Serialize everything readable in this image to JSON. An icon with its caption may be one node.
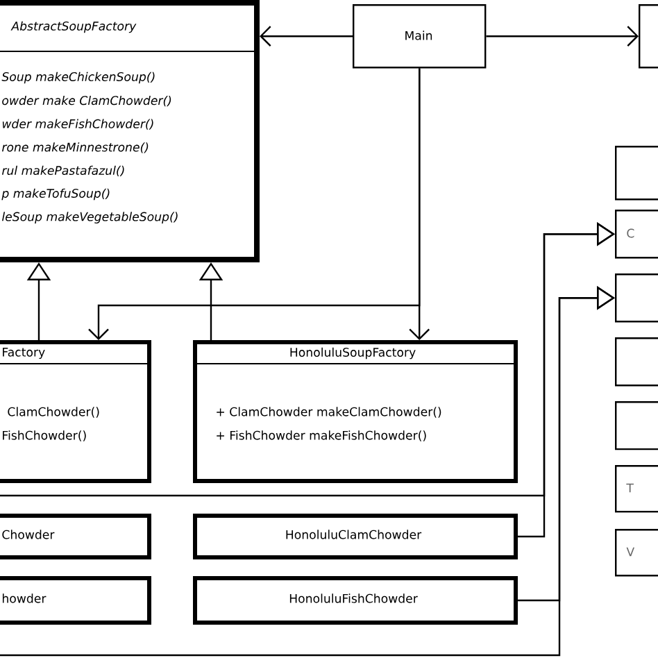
{
  "diagram": {
    "nodes": [
      {
        "text": [
          "AbstractSoupFactory",
          "Soup makeChickenSoup()",
          "owder make ClamChowder()",
          "wder makeFishChowder()",
          "rone makeMinnestrone()",
          "rul makePastafazul()",
          "p makeTofuSoup()",
          "leSoup makeVegetableSoup()"
        ]
      },
      {
        "text": [
          "Main"
        ]
      },
      {
        "text": [],
        "shape": "box"
      },
      {
        "text": [
          "Factory",
          "ClamChowder()",
          "FishChowder()"
        ]
      },
      {
        "text": [
          "HonoluluSoupFactory",
          "+ ClamChowder makeClamChowder()",
          "+ FishChowder makeFishChowder()"
        ]
      },
      {
        "text": [],
        "shape": "box"
      },
      {
        "text": [
          "C"
        ]
      },
      {
        "text": [],
        "shape": "box"
      },
      {
        "text": [],
        "shape": "box"
      },
      {
        "text": [],
        "shape": "box"
      },
      {
        "text": [
          "T"
        ]
      },
      {
        "text": [
          "V"
        ]
      },
      {
        "text": [
          "Chowder"
        ]
      },
      {
        "text": [
          "HonoluluClamChowder"
        ]
      },
      {
        "text": [
          "howder"
        ]
      },
      {
        "text": [
          "HonoluluFishChowder"
        ]
      }
    ],
    "edges": [
      {
        "from": 1,
        "to": 0,
        "arrow": "to"
      },
      {
        "from": 1,
        "to": 2,
        "arrow": "to"
      },
      {
        "from": 1,
        "to": 3,
        "arrow": "to"
      },
      {
        "from": 1,
        "to": 4,
        "arrow": "to"
      },
      {
        "from": 3,
        "to": 0,
        "arrow": "to"
      },
      {
        "from": 4,
        "to": 0,
        "arrow": "to"
      },
      {
        "from": 13,
        "to": 6,
        "arrow": "to"
      },
      {
        "from": 12,
        "to": 6,
        "arrow": "to"
      },
      {
        "from": 15,
        "to": 7,
        "arrow": "to"
      },
      {
        "from": 14,
        "to": 7,
        "arrow": "to"
      }
    ]
  }
}
